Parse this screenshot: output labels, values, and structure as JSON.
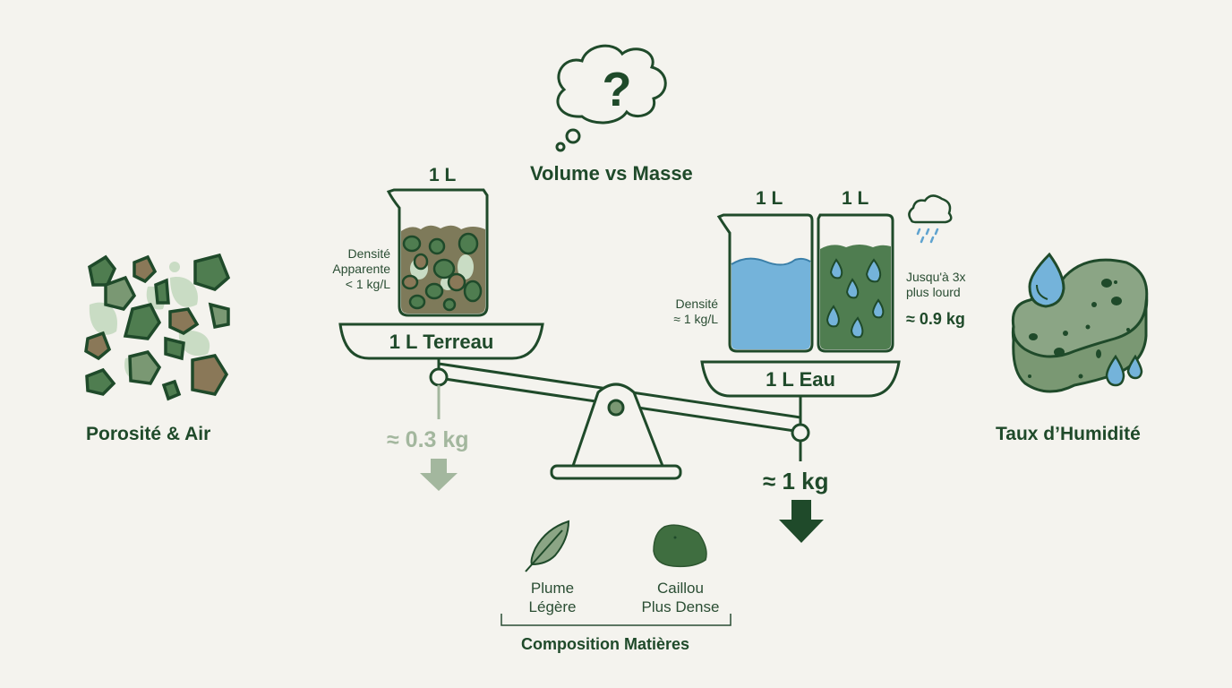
{
  "header": {
    "title": "Volume vs Masse",
    "icon": "question-thought-bubble-icon"
  },
  "left_panel": {
    "label": "Porosité & Air",
    "icon": "porous-soil-aggregates-icon"
  },
  "right_panel": {
    "label": "Taux d’Humidité",
    "icon": "wet-sponge-icon"
  },
  "scale": {
    "left_pan": {
      "label": "1 L Terreau",
      "beaker_volume": "1 L",
      "density_note": [
        "Densité",
        "Apparente",
        "< 1 kg/L"
      ],
      "weight": "≈ 0.3 kg"
    },
    "right_pan": {
      "label": "1 L Eau",
      "water_beaker_volume": "1 L",
      "wet_soil_beaker_volume": "1 L",
      "density_note": [
        "Densité",
        "≈ 1 kg/L"
      ],
      "wet_note": [
        "Jusqu'à 3x",
        "plus lourd"
      ],
      "wet_weight": "≈ 0.9 kg",
      "weight": "≈ 1 kg"
    }
  },
  "composition": {
    "title": "Composition Matières",
    "items": [
      {
        "label_line1": "Plume",
        "label_line2": "Légère",
        "icon": "feather-icon"
      },
      {
        "label_line1": "Caillou",
        "label_line2": "Plus Dense",
        "icon": "pebble-icon"
      }
    ]
  },
  "colors": {
    "background": "#f4f3ee",
    "dark_green": "#1f4a2a",
    "mid_green": "#4c7a4c",
    "light_green": "#c9dcc4",
    "faded_green": "#a3b79e",
    "brown": "#8a7858",
    "water_blue": "#74b3da"
  }
}
